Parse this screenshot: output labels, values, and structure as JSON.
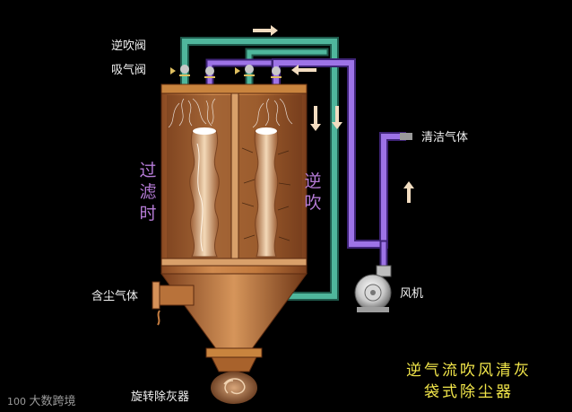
{
  "labels": {
    "reverse_valve": "逆吹阀",
    "suction_valve": "吸气阀",
    "clean_gas": "清洁气体",
    "fan": "风机",
    "dusty_gas": "含尘气体",
    "rotary_valve": "旋转除灰器"
  },
  "chambers": {
    "left_state": "过滤时",
    "right_state": "逆吹"
  },
  "title": {
    "line1": "逆气流吹风清灰",
    "line2": "袋式除尘器"
  },
  "watermark": "大数跨境",
  "colors": {
    "housing": "#b5703a",
    "pipe_green": "#3aa08a",
    "pipe_purple": "#8a5bd0",
    "title_text": "#f2e64a",
    "chamber_text": "#b57bd6"
  }
}
